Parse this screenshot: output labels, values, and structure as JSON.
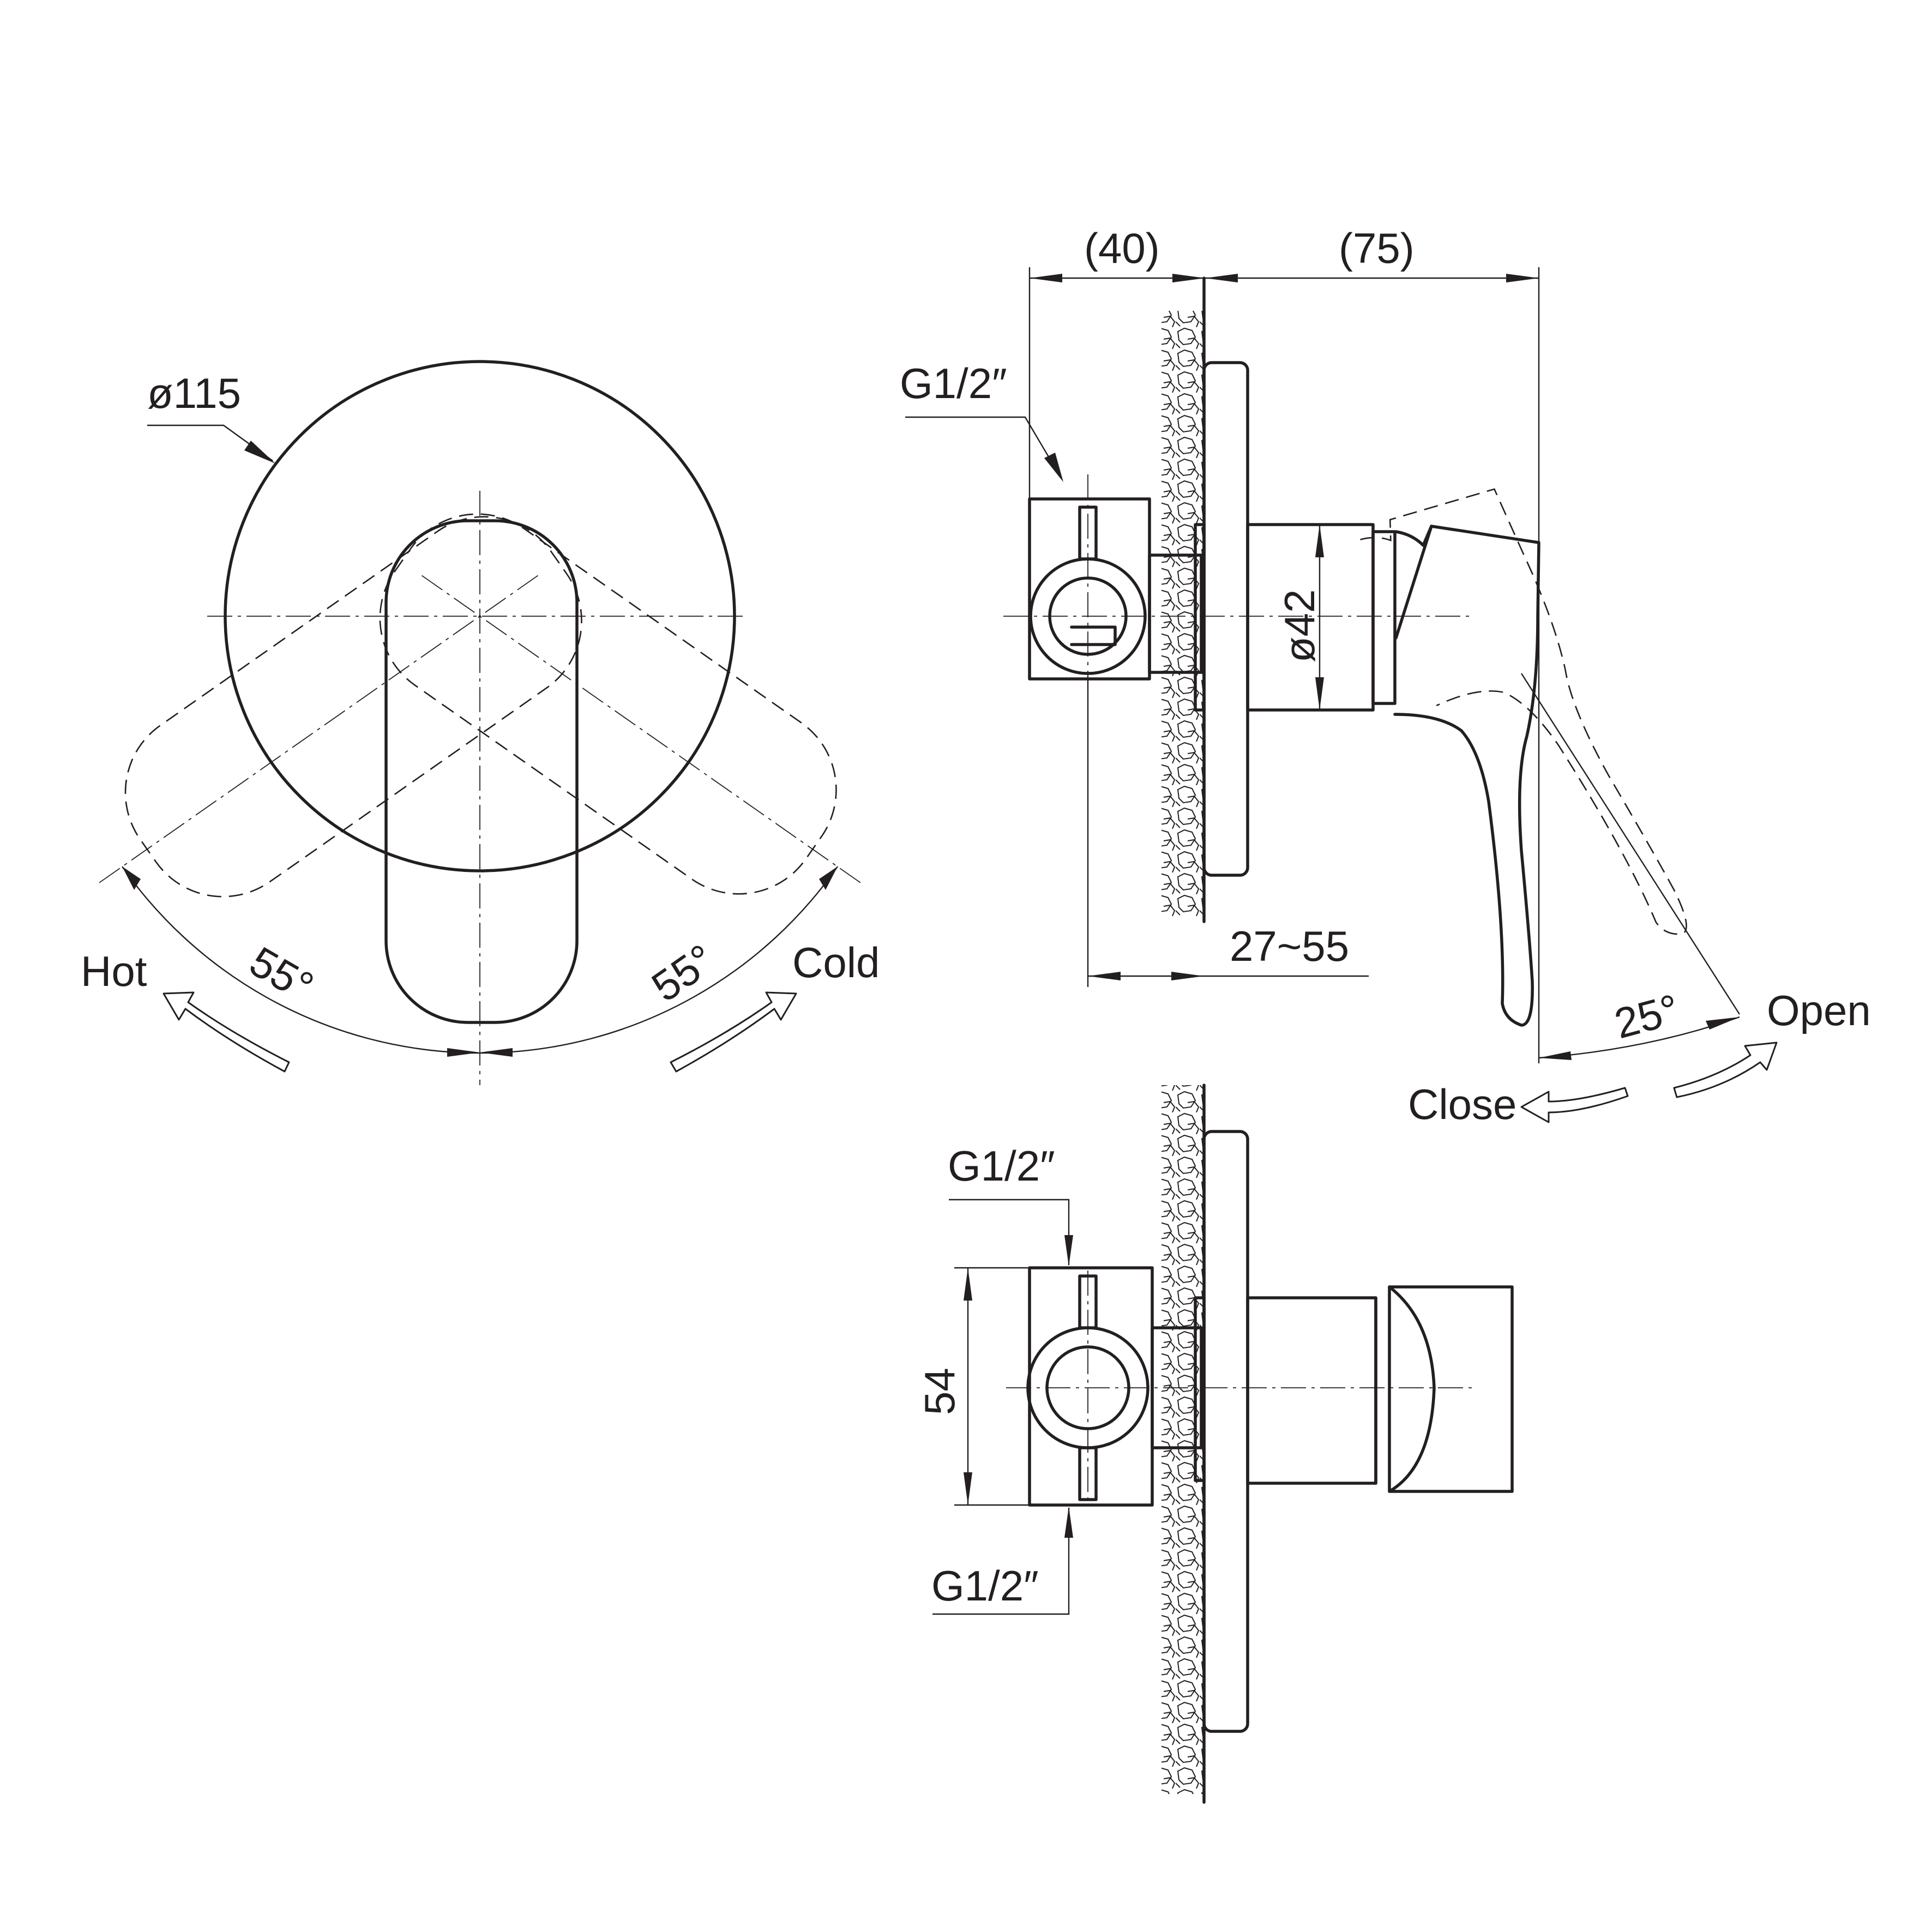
{
  "front_view": {
    "diameter_label": "ø115",
    "hot_label": "Hot",
    "cold_label": "Cold",
    "hot_angle_label": "55°",
    "cold_angle_label": "55°"
  },
  "side_view": {
    "depth_inlet_label": "(40)",
    "depth_handle_label": "(75)",
    "inlet_thread_label": "G1/2″",
    "body_diameter_label": "ø42",
    "wall_range_label": "27~55",
    "open_angle_label": "25°",
    "open_label": "Open",
    "close_label": "Close"
  },
  "bottom_view": {
    "top_thread_label": "G1/2″",
    "bottom_thread_label": "G1/2″",
    "height_label": "54"
  }
}
